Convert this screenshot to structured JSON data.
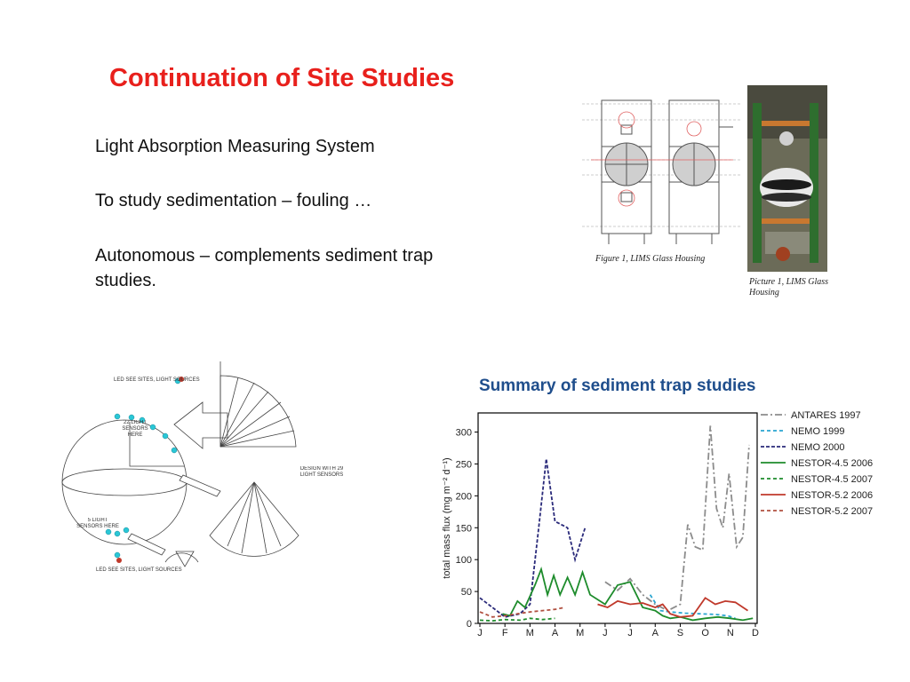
{
  "slide": {
    "title": "Continuation of Site Studies",
    "bullets": [
      "Light Absorption Measuring System",
      "To study sedimentation – fouling …",
      "Autonomous – complements sediment trap studies."
    ]
  },
  "figures": {
    "figure1_caption": "Figure 1, LIMS Glass Housing",
    "picture1_caption": "Picture 1, LIMS Glass Housing",
    "diagram_labels": {
      "light_sensors_22": "22 LIGHT SENSORS HERE",
      "light_sensors_5": "5 LIGHT SENSORS HERE",
      "design_with": "DESIGN WITH 29 LIGHT SENSORS",
      "leds_top": "LED SEE SITES, LIGHT SOURCES",
      "leds_bottom": "LED SEE SITES, LIGHT SOURCES"
    }
  },
  "chart_data": {
    "type": "line",
    "title": "Summary of sediment trap studies",
    "xlabel": "",
    "ylabel": "total mass flux (mg m⁻² d⁻¹)",
    "categories": [
      "J",
      "F",
      "M",
      "A",
      "M",
      "J",
      "J",
      "A",
      "S",
      "O",
      "N",
      "D"
    ],
    "ylim": [
      0,
      330
    ],
    "yticks": [
      0,
      50,
      100,
      150,
      200,
      250,
      300
    ],
    "legend_position": "right",
    "series": [
      {
        "name": "ANTARES 1997",
        "color": "#8c8c8c",
        "dash": "8 3 2 3",
        "points": [
          [
            5.0,
            65
          ],
          [
            5.5,
            52
          ],
          [
            6.0,
            70
          ],
          [
            6.5,
            45
          ],
          [
            7.0,
            30
          ],
          [
            7.5,
            20
          ],
          [
            8.0,
            30
          ],
          [
            8.3,
            155
          ],
          [
            8.6,
            120
          ],
          [
            8.9,
            115
          ],
          [
            9.2,
            310
          ],
          [
            9.45,
            180
          ],
          [
            9.7,
            150
          ],
          [
            9.95,
            235
          ],
          [
            10.25,
            120
          ],
          [
            10.5,
            135
          ],
          [
            10.75,
            280
          ]
        ]
      },
      {
        "name": "NEMO 1999",
        "color": "#2aa5d0",
        "dash": "4 3",
        "points": [
          [
            6.8,
            45
          ],
          [
            7.2,
            20
          ],
          [
            7.6,
            18
          ],
          [
            8.2,
            16
          ],
          [
            8.8,
            15
          ],
          [
            9.4,
            14
          ],
          [
            9.9,
            12
          ],
          [
            10.2,
            8
          ]
        ]
      },
      {
        "name": "NEMO 2000",
        "color": "#2a2a7a",
        "dash": "4 2",
        "points": [
          [
            0,
            40
          ],
          [
            0.5,
            25
          ],
          [
            1.0,
            10
          ],
          [
            1.6,
            15
          ],
          [
            2.0,
            30
          ],
          [
            2.35,
            150
          ],
          [
            2.65,
            258
          ],
          [
            3.0,
            160
          ],
          [
            3.5,
            150
          ],
          [
            3.8,
            100
          ],
          [
            4.2,
            150
          ]
        ]
      },
      {
        "name": "NESTOR-4.5 2006",
        "color": "#1e8c2c",
        "dash": "",
        "points": [
          [
            0.9,
            15
          ],
          [
            1.2,
            12
          ],
          [
            1.5,
            35
          ],
          [
            1.8,
            25
          ],
          [
            2.2,
            60
          ],
          [
            2.45,
            85
          ],
          [
            2.7,
            45
          ],
          [
            2.95,
            75
          ],
          [
            3.2,
            45
          ],
          [
            3.5,
            72
          ],
          [
            3.8,
            45
          ],
          [
            4.1,
            80
          ],
          [
            4.4,
            45
          ],
          [
            5.0,
            30
          ],
          [
            5.5,
            60
          ],
          [
            6.0,
            65
          ],
          [
            6.5,
            25
          ],
          [
            7.0,
            20
          ],
          [
            7.3,
            12
          ],
          [
            7.6,
            8
          ],
          [
            8.0,
            10
          ],
          [
            8.5,
            5
          ],
          [
            9.0,
            8
          ],
          [
            9.5,
            10
          ],
          [
            10.0,
            8
          ],
          [
            10.5,
            5
          ],
          [
            10.9,
            8
          ]
        ]
      },
      {
        "name": "NESTOR-4.5 2007",
        "color": "#1e8c2c",
        "dash": "4 3",
        "points": [
          [
            0,
            5
          ],
          [
            0.5,
            4
          ],
          [
            1.0,
            6
          ],
          [
            1.6,
            5
          ],
          [
            2.0,
            8
          ],
          [
            2.5,
            6
          ],
          [
            3.0,
            8
          ]
        ]
      },
      {
        "name": "NESTOR-5.2 2006",
        "color": "#c0392b",
        "dash": "",
        "points": [
          [
            4.7,
            30
          ],
          [
            5.1,
            25
          ],
          [
            5.5,
            35
          ],
          [
            6.0,
            30
          ],
          [
            6.5,
            32
          ],
          [
            7.0,
            25
          ],
          [
            7.3,
            30
          ],
          [
            7.6,
            15
          ],
          [
            8.0,
            10
          ],
          [
            8.5,
            12
          ],
          [
            9.0,
            40
          ],
          [
            9.4,
            30
          ],
          [
            9.8,
            35
          ],
          [
            10.2,
            33
          ],
          [
            10.7,
            20
          ]
        ]
      },
      {
        "name": "NESTOR-5.2 2007",
        "color": "#b05040",
        "dash": "4 3",
        "points": [
          [
            0,
            18
          ],
          [
            0.5,
            10
          ],
          [
            1.0,
            12
          ],
          [
            1.5,
            15
          ],
          [
            2.0,
            18
          ],
          [
            2.5,
            20
          ],
          [
            3.0,
            22
          ],
          [
            3.4,
            25
          ]
        ]
      }
    ]
  },
  "colors": {
    "title": "#e8201c",
    "chart_title": "#1f4e8c"
  }
}
